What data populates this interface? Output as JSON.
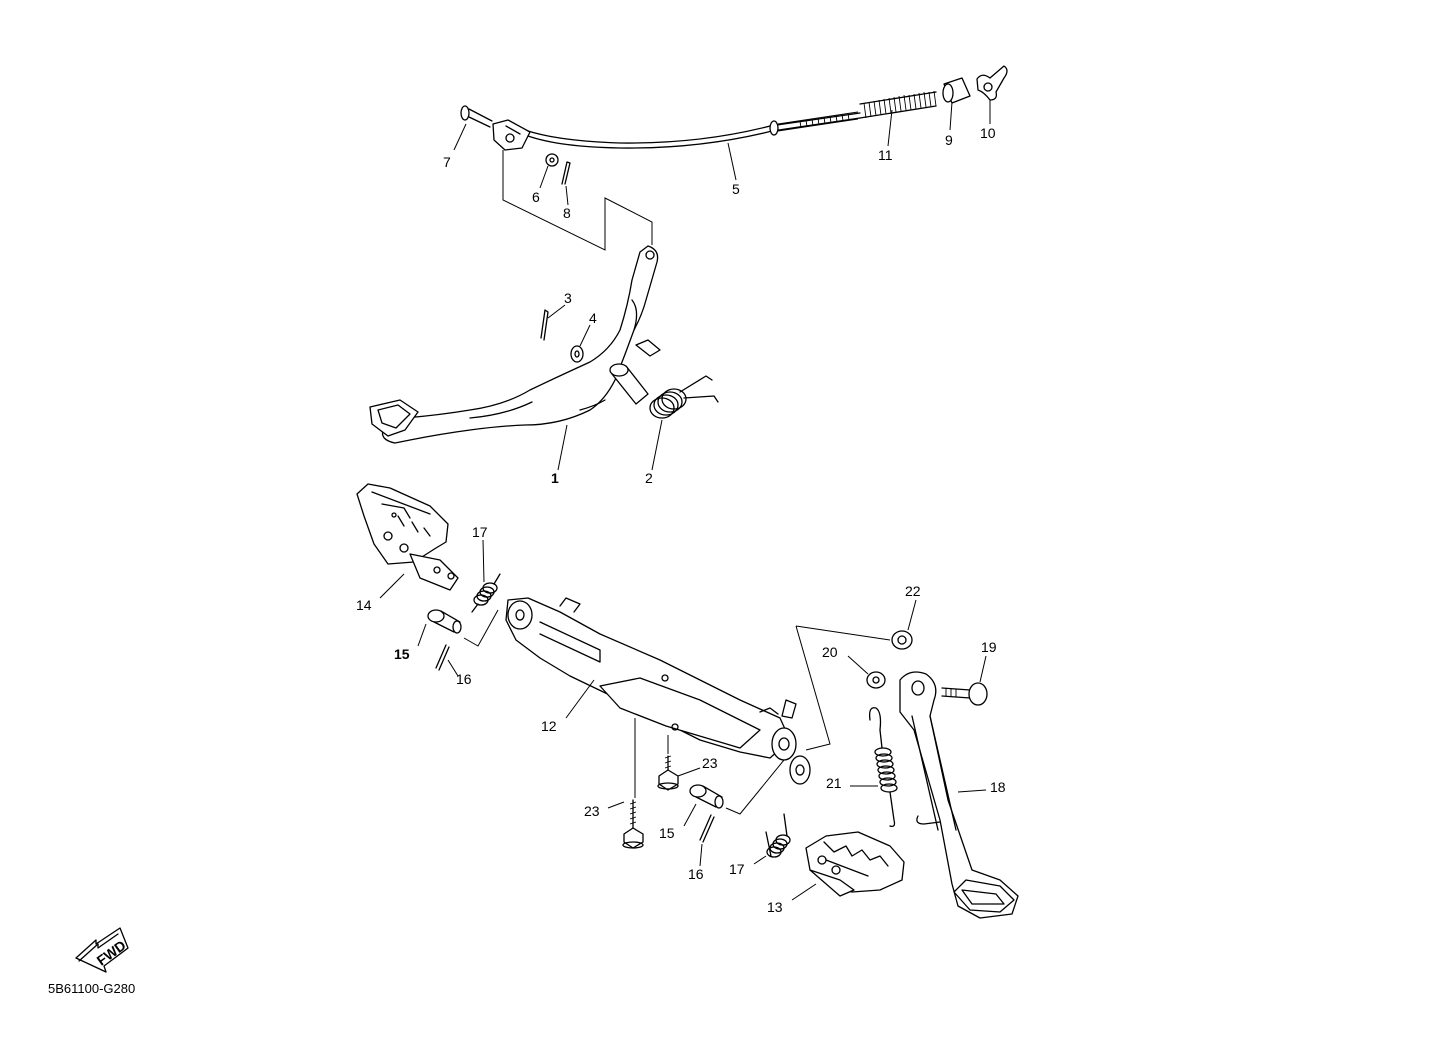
{
  "diagram_code": "5B61100-G280",
  "fwd_label": "FWD",
  "callouts": [
    "1",
    "2",
    "3",
    "4",
    "5",
    "6",
    "7",
    "8",
    "9",
    "10",
    "11",
    "12",
    "13",
    "14",
    "15",
    "15",
    "16",
    "16",
    "17",
    "17",
    "18",
    "19",
    "20",
    "21",
    "22",
    "23",
    "23"
  ]
}
